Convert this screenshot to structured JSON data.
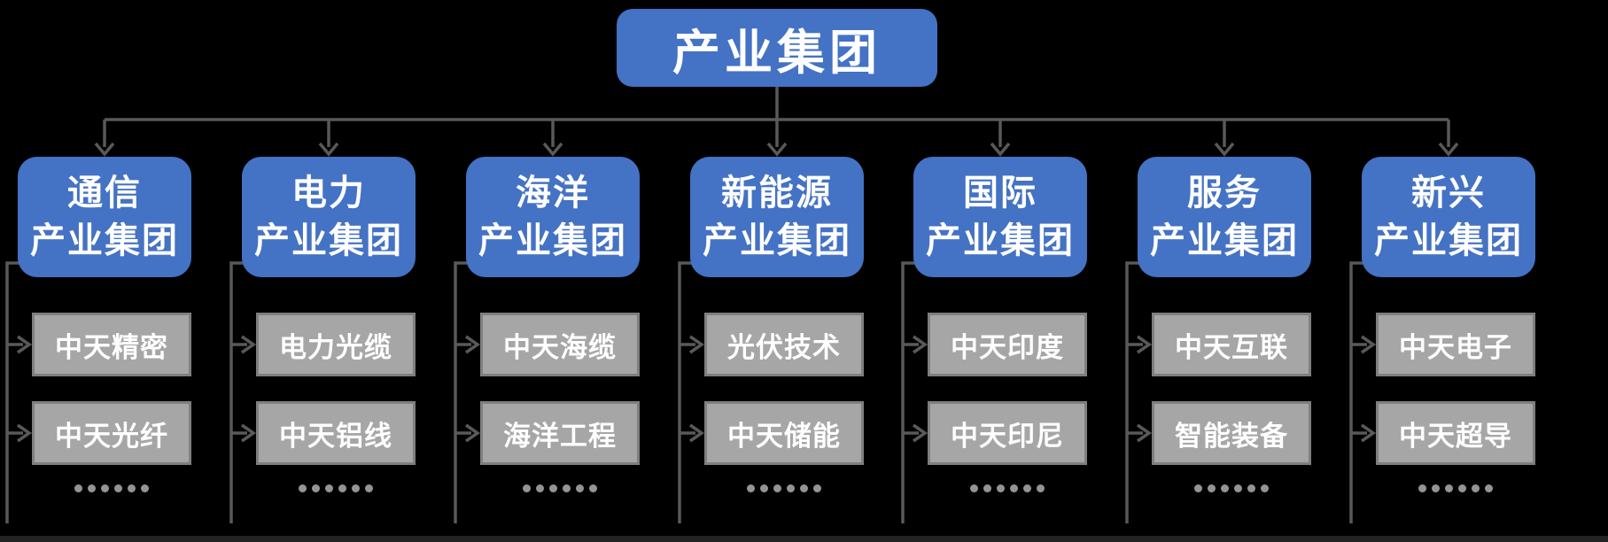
{
  "diagram": {
    "root": {
      "label": "产业集团"
    },
    "groups": [
      {
        "line1": "通信",
        "line2": "产业集团",
        "subsidiaries": [
          "中天精密",
          "中天光纤"
        ],
        "ellipsis": "……"
      },
      {
        "line1": "电力",
        "line2": "产业集团",
        "subsidiaries": [
          "电力光缆",
          "中天铝线"
        ],
        "ellipsis": "……"
      },
      {
        "line1": "海洋",
        "line2": "产业集团",
        "subsidiaries": [
          "中天海缆",
          "海洋工程"
        ],
        "ellipsis": "……"
      },
      {
        "line1": "新能源",
        "line2": "产业集团",
        "subsidiaries": [
          "光伏技术",
          "中天储能"
        ],
        "ellipsis": "……"
      },
      {
        "line1": "国际",
        "line2": "产业集团",
        "subsidiaries": [
          "中天印度",
          "中天印尼"
        ],
        "ellipsis": "……"
      },
      {
        "line1": "服务",
        "line2": "产业集团",
        "subsidiaries": [
          "中天互联",
          "智能装备"
        ],
        "ellipsis": "……"
      },
      {
        "line1": "新兴",
        "line2": "产业集团",
        "subsidiaries": [
          "中天电子",
          "中天超导"
        ],
        "ellipsis": "……"
      }
    ],
    "colors": {
      "node_blue": "#4472C4",
      "node_gray_fill": "#A6A6A6",
      "node_gray_border": "#7F7F7F",
      "connector": "#595959",
      "ellipsis_dot": "#949494",
      "text": "#FFFFFF",
      "background": "#000000"
    }
  }
}
